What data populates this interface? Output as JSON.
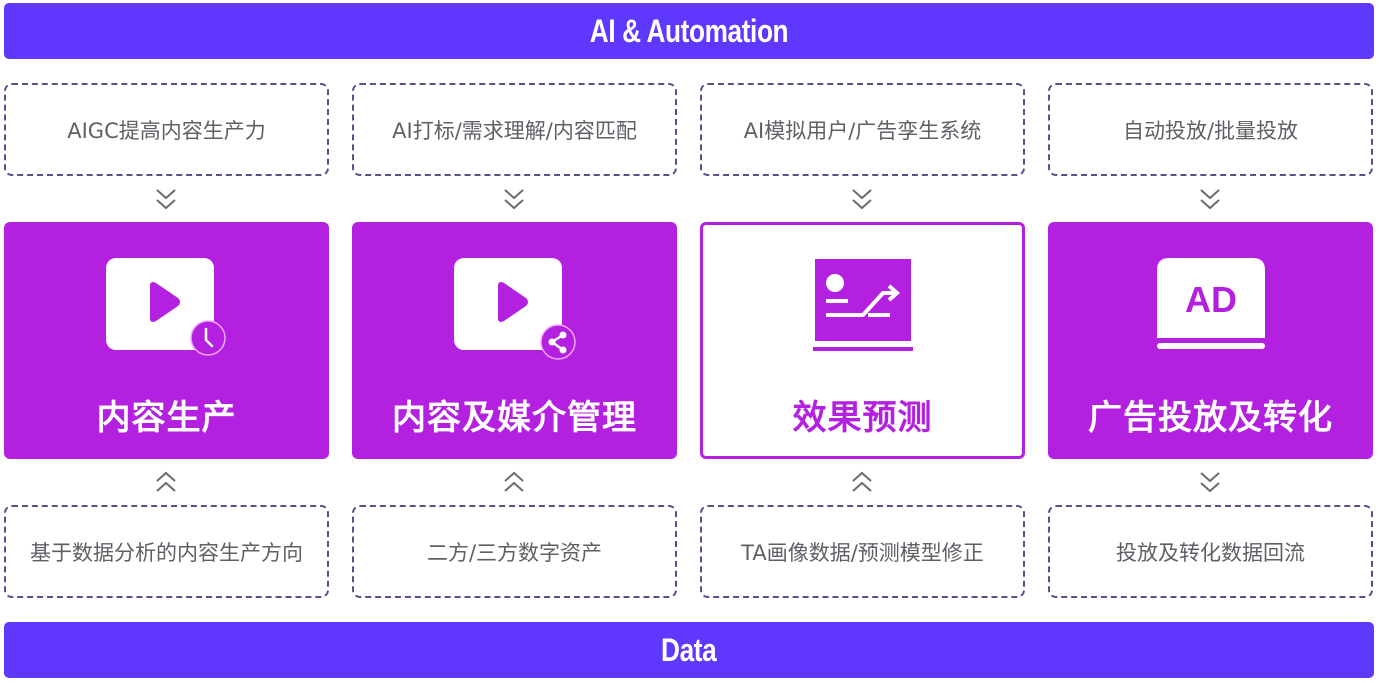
{
  "header_band": {
    "label": "AI & Automation",
    "color": "#5f37fd"
  },
  "footer_band": {
    "label": "Data",
    "color": "#5f37fd"
  },
  "colors": {
    "card_fill": "#b420df",
    "dash_border": "#54528a",
    "box_text": "#5f5f66",
    "arrow": "#6b6b70"
  },
  "columns": [
    {
      "ai_capability": "AIGC提高内容生产力",
      "top_arrow": "double-chevron-down",
      "card": {
        "title": "内容生产",
        "icon": "video-clock-icon",
        "style": "filled"
      },
      "bottom_arrow": "double-chevron-up",
      "data_input": "基于数据分析的内容生产方向"
    },
    {
      "ai_capability": "AI打标/需求理解/内容匹配",
      "top_arrow": "double-chevron-down",
      "card": {
        "title": "内容及媒介管理",
        "icon": "video-share-icon",
        "style": "filled"
      },
      "bottom_arrow": "double-chevron-up",
      "data_input": "二方/三方数字资产"
    },
    {
      "ai_capability": "AI模拟用户/广告孪生系统",
      "top_arrow": "double-chevron-down",
      "card": {
        "title": "效果预测",
        "icon": "prediction-chart-icon",
        "style": "outline"
      },
      "bottom_arrow": "double-chevron-up",
      "data_input": "TA画像数据/预测模型修正"
    },
    {
      "ai_capability": "自动投放/批量投放",
      "top_arrow": "double-chevron-down",
      "card": {
        "title": "广告投放及转化",
        "icon": "ad-screen-icon",
        "icon_text": "AD",
        "style": "filled"
      },
      "bottom_arrow": "double-chevron-down",
      "data_input": "投放及转化数据回流"
    }
  ]
}
